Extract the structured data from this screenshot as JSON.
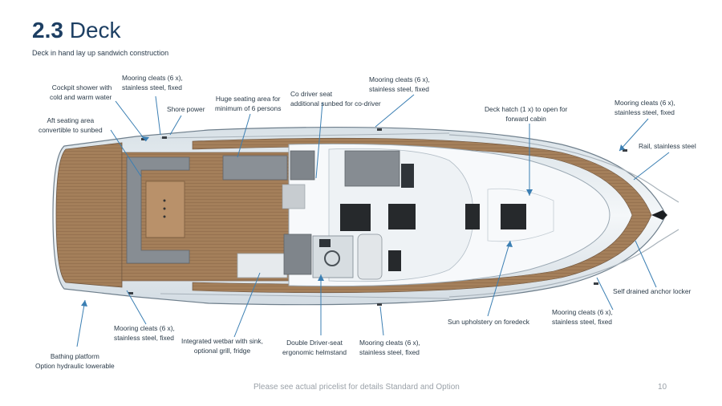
{
  "header": {
    "number": "2.3",
    "title": "Deck",
    "subtitle": "Deck in hand lay up sandwich construction"
  },
  "labels": {
    "cockpit_shower": [
      "Cockpit shower with",
      "cold and warm water"
    ],
    "mooring_top_left": [
      "Mooring cleats (6 x),",
      "stainless steel, fixed"
    ],
    "shore_power": [
      "Shore power"
    ],
    "aft_seating": [
      "Aft seating area",
      "convertible to sunbed"
    ],
    "seating_area": [
      "Huge seating area for",
      "minimum of 6 persons"
    ],
    "codriver_seat": [
      "Co  driver seat",
      "additional sunbed for co-driver"
    ],
    "mooring_top_mid": [
      "Mooring cleats (6 x),",
      "stainless steel, fixed"
    ],
    "deck_hatch": [
      "Deck hatch (1 x) to open for",
      "forward cabin"
    ],
    "mooring_top_right": [
      "Mooring cleats (6 x),",
      "stainless steel, fixed"
    ],
    "rail": [
      "Rail, stainless steel"
    ],
    "anchor_locker": [
      "Self  drained anchor locker"
    ],
    "mooring_bottom_right": [
      "Mooring cleats (6 x),",
      "stainless steel, fixed"
    ],
    "sun_upholstery": [
      "Sun upholstery on foredeck"
    ],
    "mooring_bottom_mid": [
      "Mooring cleats (6 x),",
      "stainless steel, fixed"
    ],
    "driver_seat": [
      "Double Driver-seat",
      "ergonomic helmstand"
    ],
    "wetbar": [
      "Integrated wetbar with sink,",
      "optional grill, fridge"
    ],
    "mooring_bottom_left": [
      "Mooring cleats (6 x),",
      "stainless steel, fixed"
    ],
    "bathing_platform": [
      "Bathing platform",
      "Option hydraulic lowerable"
    ]
  },
  "footer": {
    "note": "Please see actual pricelist for details Standard and Option",
    "page": "10"
  },
  "colors": {
    "title": "#1d3f63",
    "leader": "#3b7fb3",
    "teak": "#a07e5b",
    "hull": "#e8eef2"
  }
}
